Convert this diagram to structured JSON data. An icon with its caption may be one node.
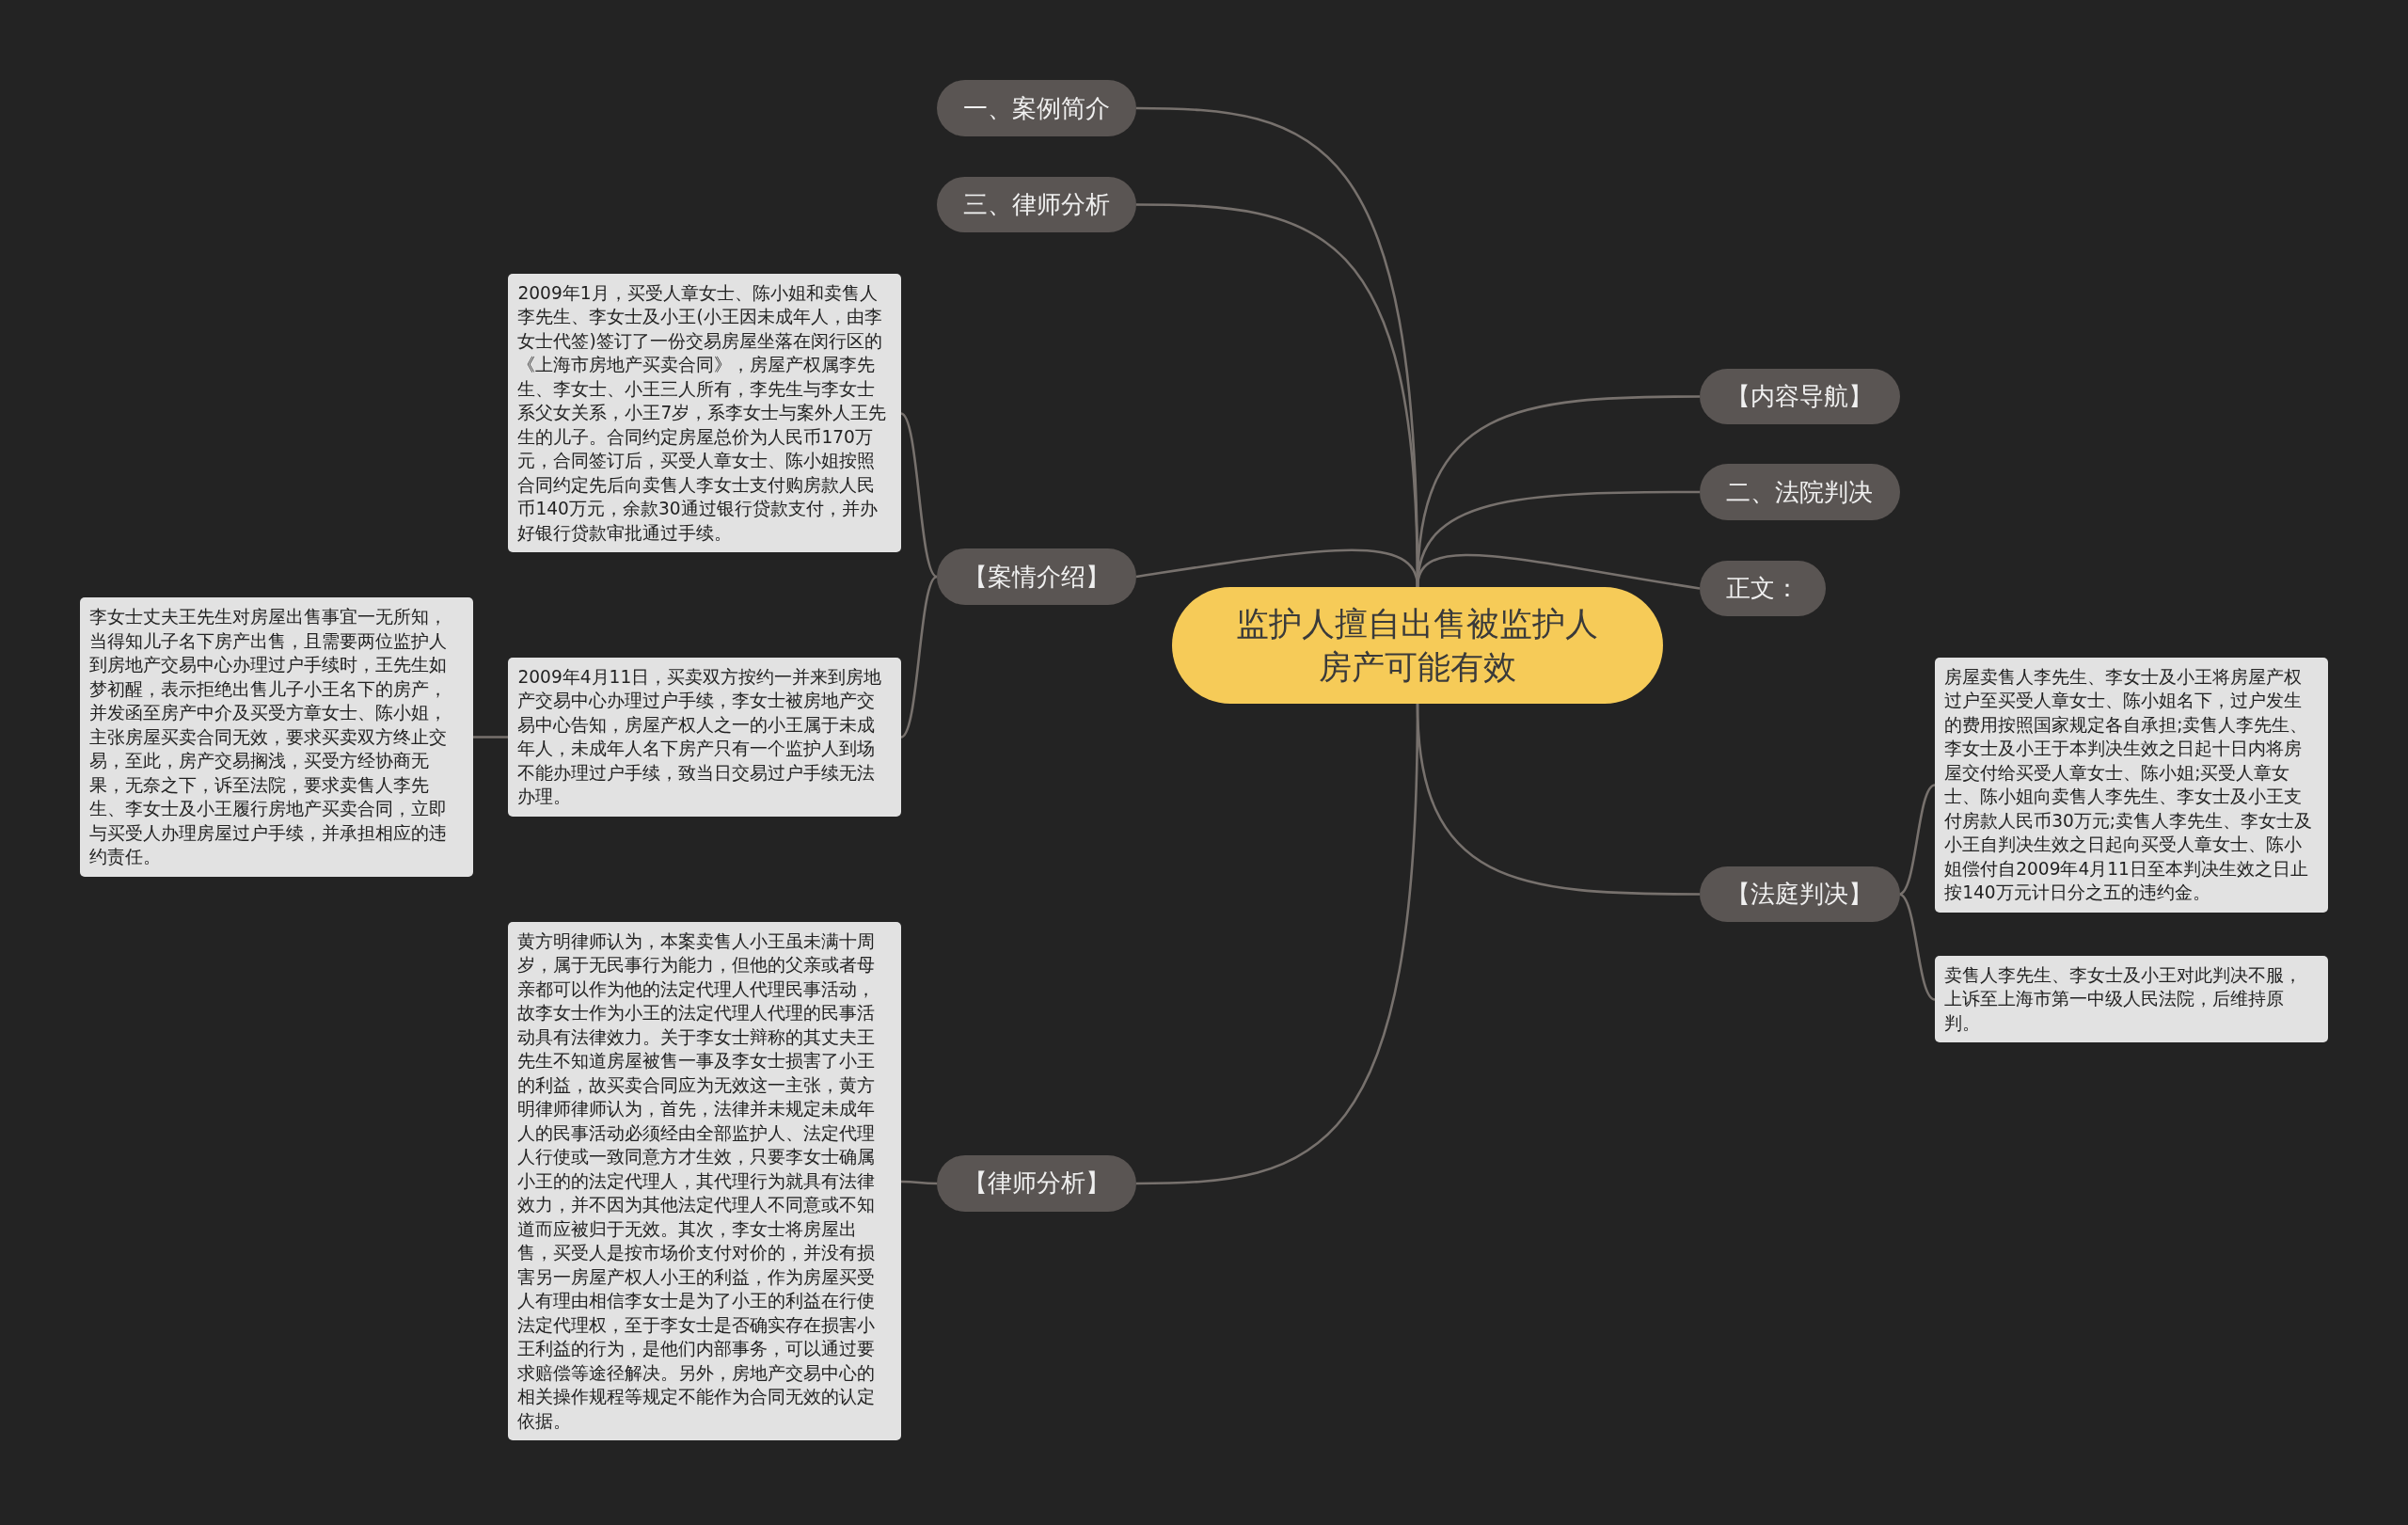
{
  "diagram": {
    "nodes": [
      {
        "text": [
          "监护人擅自出售被监护人房产可能有效"
        ]
      },
      {
        "text": [
          "一、案例简介"
        ]
      },
      {
        "text": [
          "三、律师分析"
        ]
      },
      {
        "text": [
          "【案情介绍】"
        ]
      },
      {
        "text": [
          "2009年1月，买受人章女士、陈小姐和卖售人李先生、李女士及小王(小王因未成年人，由李女士代签)签订了一份交易房屋坐落在闵行区的《上海市房地产买卖合同》，房屋产权属李先生、李女士、小王三人所有，李先生与李女士系父女关系，小王7岁，系李女士与案外人王先生的儿子。合同约定房屋总价为人民币170万元，合同签订后，买受人章女士、陈小姐按照合同约定先后向卖售人李女士支付购房款人民币140万元，余款30通过银行贷款支付，并办好银行贷款审批通过手续。"
        ]
      },
      {
        "text": [
          "2009年4月11日，买卖双方按约一并来到房地产交易中心办理过户手续，李女士被房地产交易中心告知，房屋产权人之一的小王属于未成年人，未成年人名下房产只有一个监护人到场不能办理过户手续，致当日交易过户手续无法办理。"
        ]
      },
      {
        "text": [
          "李女士丈夫王先生对房屋出售事宜一无所知，当得知儿子名下房产出售，且需要两位监护人到房地产交易中心办理过户手续时，王先生如梦初醒，表示拒绝出售儿子小王名下的房产，并发函至房产中介及买受方章女士、陈小姐，主张房屋买卖合同无效，要求买卖双方终止交易，至此，房产交易搁浅，买受方经协商无果，无奈之下，诉至法院，要求卖售人李先生、李女士及小王履行房地产买卖合同，立即与买受人办理房屋过户手续，并承担相应的违约责任。"
        ]
      },
      {
        "text": [
          "【律师分析】"
        ]
      },
      {
        "text": [
          "黄方明律师认为，本案卖售人小王虽未满十周岁，属于无民事行为能力，但他的父亲或者母亲都可以作为他的法定代理人代理民事活动，故李女士作为小王的法定代理人代理的民事活动具有法律效力。关于李女士辩称的其丈夫王先生不知道房屋被售一事及李女士损害了小王的利益，故买卖合同应为无效这一主张，黄方明律师律师认为，首先，法律并未规定未成年人的民事活动必须经由全部监护人、法定代理人行使或一致同意方才生效，只要李女士确属小王的的法定代理人，其代理行为就具有法律效力，并不因为其他法定代理人不同意或不知道而应被归于无效。其次，李女士将房屋出售，买受人是按市场价支付对价的，并没有损害另一房屋产权人小王的利益，作为房屋买受人有理由相信李女士是为了小王的利益在行使法定代理权，至于李女士是否确实存在损害小王利益的行为，是他们内部事务，可以通过要求赔偿等途径解决。另外，房地产交易中心的相关操作规程等规定不能作为合同无效的认定依据。"
        ]
      },
      {
        "text": [
          "【内容导航】"
        ]
      },
      {
        "text": [
          "二、法院判决"
        ]
      },
      {
        "text": [
          "正文："
        ]
      },
      {
        "text": [
          "【法庭判决】"
        ]
      },
      {
        "text": [
          "房屋卖售人李先生、李女士及小王将房屋产权过户至买受人章女士、陈小姐名下，过户发生的费用按照国家规定各自承担;卖售人李先生、李女士及小王于本判决生效之日起十日内将房屋交付给买受人章女士、陈小姐;买受人章女士、陈小姐向卖售人李先生、李女士及小王支付房款人民币30万元;卖售人李先生、李女士及小王自判决生效之日起向买受人章女士、陈小姐偿付自2009年4月11日至本判决生效之日止按140万元计日分之五的违约金。"
        ]
      },
      {
        "text": [
          "卖售人李先生、李女士及小王对此判决不服，上诉至上海市第一中级人民法院，后维持原判。"
        ]
      }
    ],
    "edges": [
      {
        "from": 0,
        "to": 1,
        "arrow": "none"
      },
      {
        "from": 0,
        "to": 2,
        "arrow": "none"
      },
      {
        "from": 0,
        "to": 3,
        "arrow": "none"
      },
      {
        "from": 3,
        "to": 4,
        "arrow": "none"
      },
      {
        "from": 3,
        "to": 5,
        "arrow": "none"
      },
      {
        "from": 5,
        "to": 6,
        "arrow": "none"
      },
      {
        "from": 0,
        "to": 7,
        "arrow": "none"
      },
      {
        "from": 7,
        "to": 8,
        "arrow": "none"
      },
      {
        "from": 0,
        "to": 9,
        "arrow": "none"
      },
      {
        "from": 0,
        "to": 10,
        "arrow": "none"
      },
      {
        "from": 0,
        "to": 11,
        "arrow": "none"
      },
      {
        "from": 0,
        "to": 12,
        "arrow": "none"
      },
      {
        "from": 12,
        "to": 13,
        "arrow": "none"
      },
      {
        "from": 12,
        "to": 14,
        "arrow": "none"
      }
    ]
  }
}
